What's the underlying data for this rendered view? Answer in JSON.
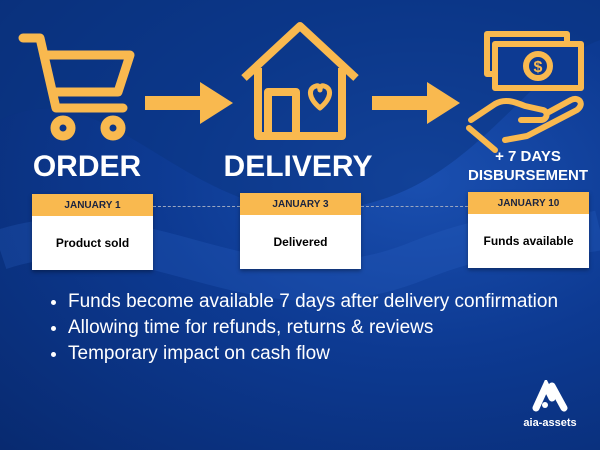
{
  "steps": [
    {
      "title": "ORDER",
      "date": "JANUARY 1",
      "status": "Product sold"
    },
    {
      "title": "DELIVERY",
      "date": "JANUARY 3",
      "status": "Delivered"
    },
    {
      "title_line1": "+ 7 DAYS",
      "title_line2": "DISBURSEMENT",
      "date": "JANUARY 10",
      "status": "Funds available"
    }
  ],
  "bullets": [
    "Funds become available 7 days after delivery confirmation",
    "Allowing time for refunds, returns & reviews",
    "Temporary impact on cash flow"
  ],
  "logo": {
    "text": "aia-assets"
  },
  "colors": {
    "accent": "#f9b94f",
    "background": "#0d3a92"
  },
  "icons": [
    "shopping-cart-icon",
    "arrow-right-icon",
    "house-heart-icon",
    "arrow-right-icon",
    "money-hand-icon"
  ]
}
